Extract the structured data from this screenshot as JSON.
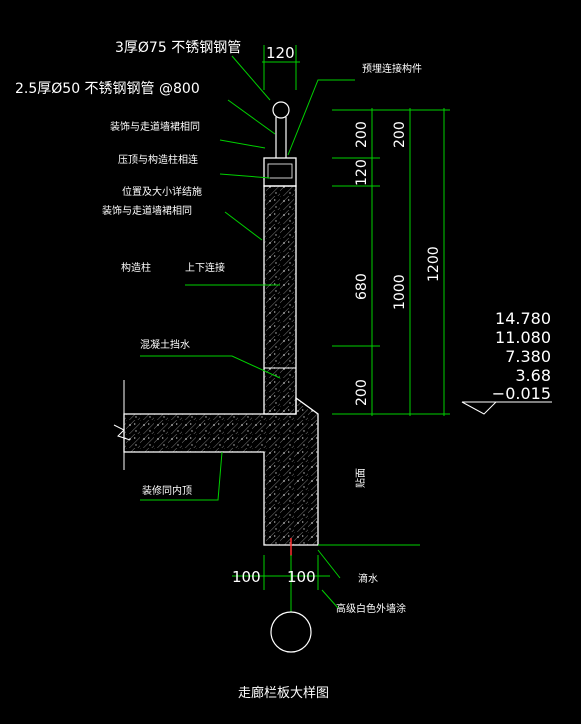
{
  "labels": {
    "pipe_top": "3厚Ø75 不锈钢钢管",
    "pipe_mid": "2.5厚Ø50 不锈钢钢管   @800",
    "embedded": "预埋连接构件",
    "finish1": "装饰与走道墙裙相同",
    "coping": "压顶与构造柱相连",
    "position": "位置及大小详结施",
    "finish2": "装饰与走道墙裙相同",
    "column": "构造柱",
    "updown": "上下连接",
    "concrete_water": "混凝土挡水",
    "ceiling": "装修同内顶",
    "facing": "贴面",
    "drip": "滴水",
    "paint": "高级白色外墙涂",
    "title": "走廊栏板大样图"
  },
  "dimensions": {
    "top_width": "120",
    "left_200": "200",
    "left_120": "120",
    "left_680": "680",
    "left_200b": "200",
    "mid_200": "200",
    "mid_1000": "1000",
    "right_1200": "1200",
    "bottom_100a": "100",
    "bottom_100b": "100"
  },
  "elevations": [
    "14.780",
    "11.080",
    "7.380",
    "3.68",
    "−0.015"
  ],
  "colors": {
    "background": "#000000",
    "dimension_lines": "#00d000",
    "outline": "#ffffff",
    "marker": "#ff3030"
  }
}
